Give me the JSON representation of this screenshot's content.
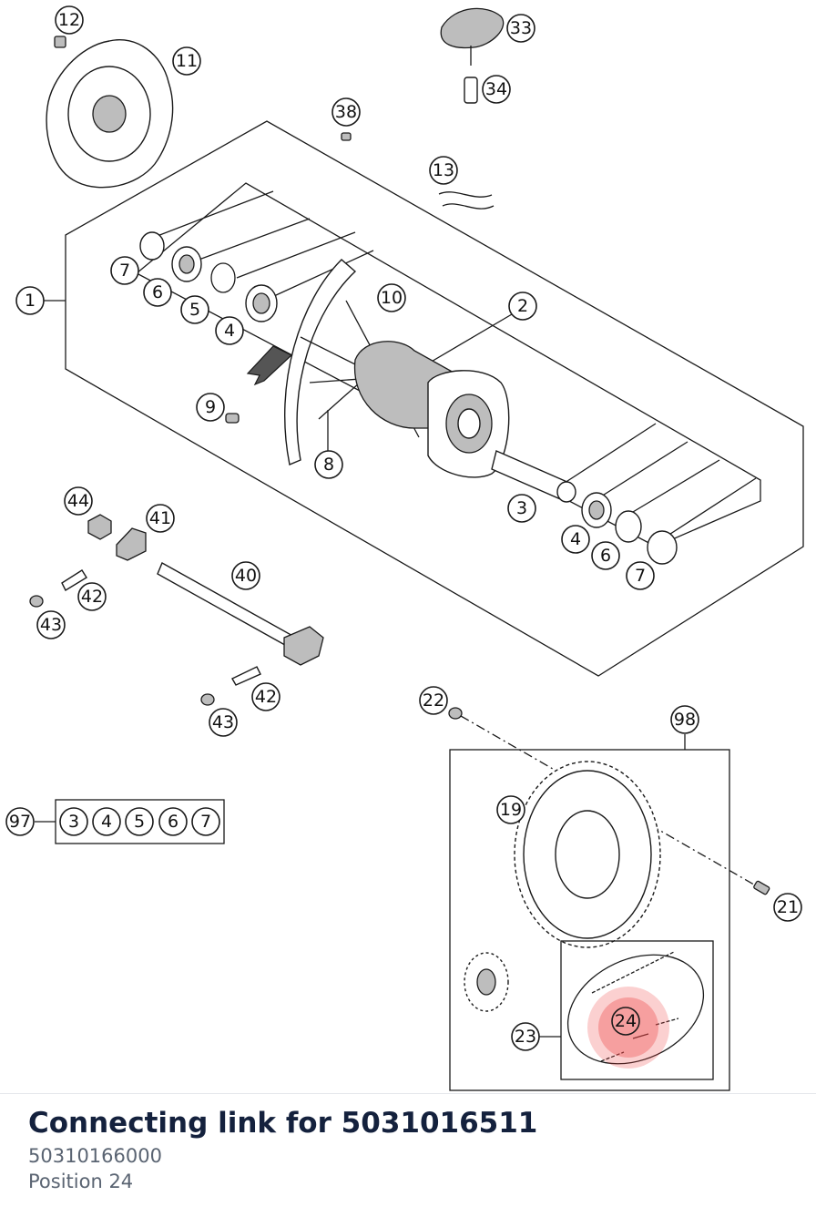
{
  "diagram": {
    "callouts": [
      "12",
      "11",
      "33",
      "34",
      "38",
      "13",
      "1",
      "7",
      "6",
      "5",
      "4",
      "10",
      "2",
      "9",
      "8",
      "3",
      "4",
      "6",
      "7",
      "44",
      "41",
      "40",
      "42",
      "43",
      "42",
      "43",
      "22",
      "98",
      "97",
      "3",
      "4",
      "5",
      "6",
      "7",
      "19",
      "21",
      "23",
      "24"
    ],
    "highlight_color": "#ef4444",
    "line_color": "#1a1a1a"
  },
  "info": {
    "title": "Connecting link for 5031016511",
    "part_number": "50310166000",
    "position": "Position 24"
  }
}
